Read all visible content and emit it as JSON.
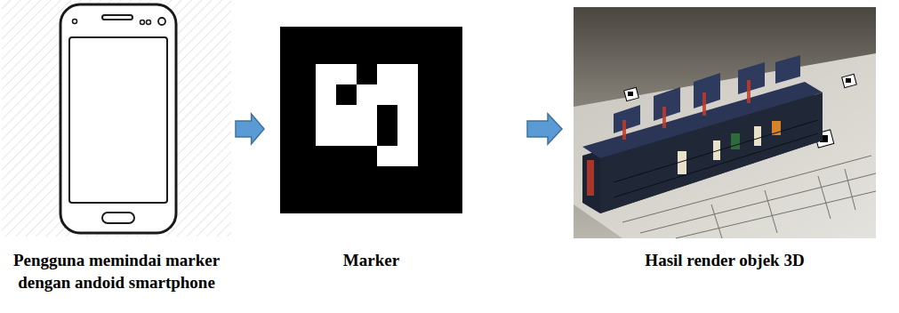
{
  "diagram": {
    "nodes": [
      {
        "text": [
          "Pengguna memindai marker dengan andoid smartphone"
        ]
      },
      {
        "text": [
          "Marker"
        ]
      },
      {
        "text": [
          "Hasil render objek 3D"
        ]
      }
    ],
    "edges": [
      {
        "from": 0,
        "to": 1,
        "arrow": "to"
      },
      {
        "from": 1,
        "to": 2,
        "arrow": "to"
      }
    ]
  }
}
